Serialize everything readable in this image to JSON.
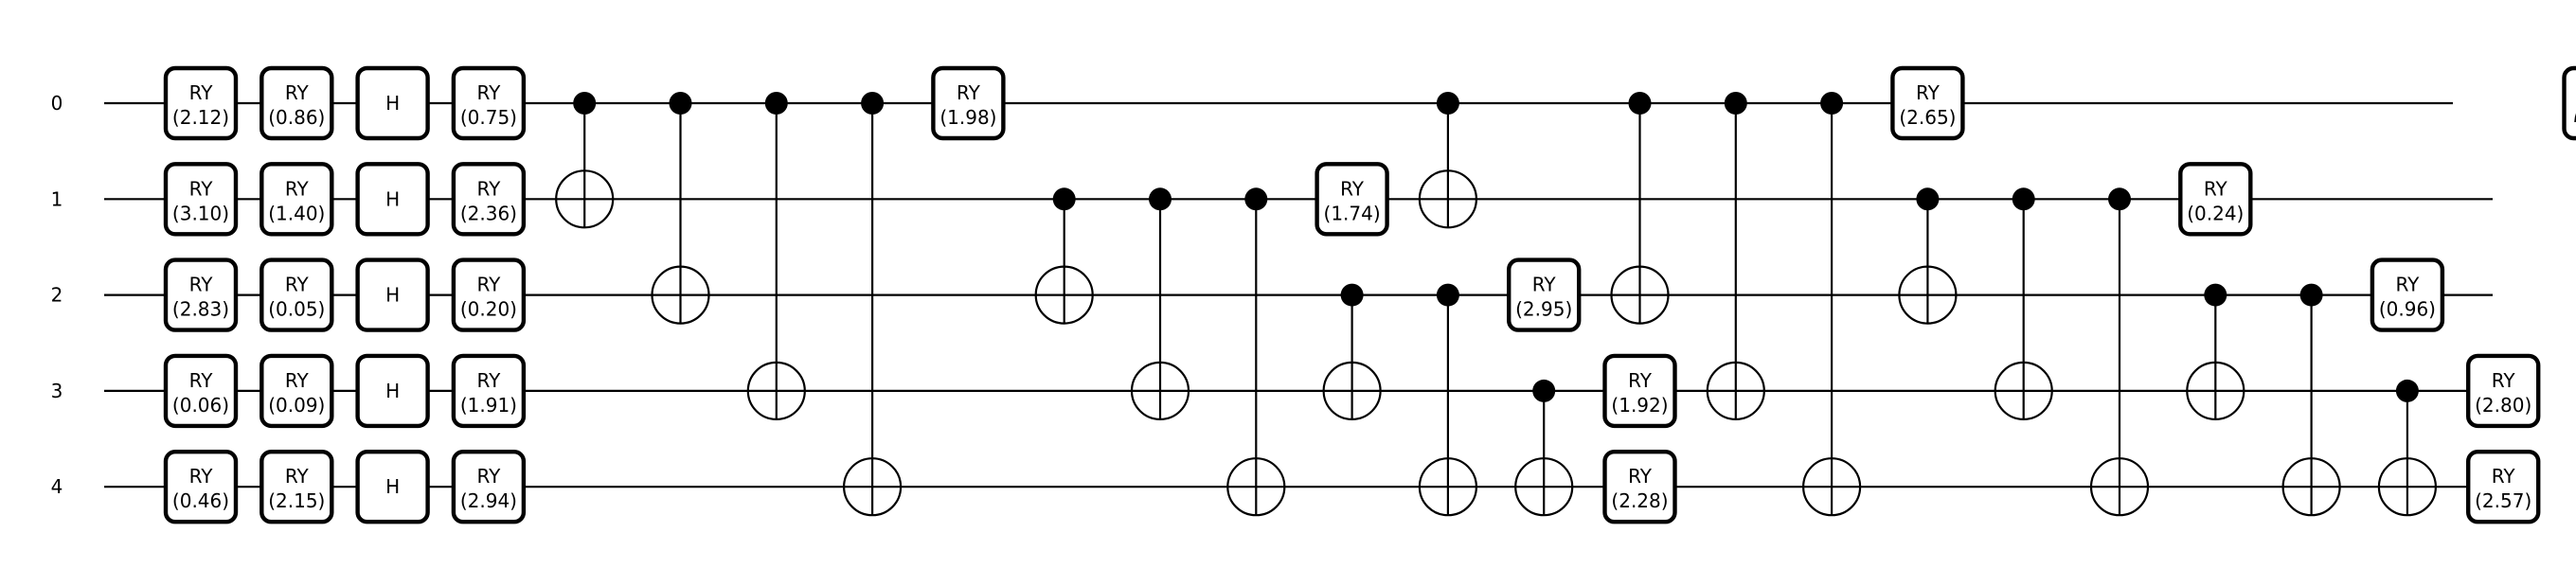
{
  "wires": [
    {
      "label": "0"
    },
    {
      "label": "1"
    },
    {
      "label": "2"
    },
    {
      "label": "3"
    },
    {
      "label": "4"
    }
  ],
  "gates": [
    {
      "type": "RY",
      "param": "(2.12)",
      "wire": 0,
      "col": 0
    },
    {
      "type": "RY",
      "param": "(3.10)",
      "wire": 1,
      "col": 0
    },
    {
      "type": "RY",
      "param": "(2.83)",
      "wire": 2,
      "col": 0
    },
    {
      "type": "RY",
      "param": "(0.06)",
      "wire": 3,
      "col": 0
    },
    {
      "type": "RY",
      "param": "(0.46)",
      "wire": 4,
      "col": 0
    },
    {
      "type": "RY",
      "param": "(0.86)",
      "wire": 0,
      "col": 1
    },
    {
      "type": "RY",
      "param": "(1.40)",
      "wire": 1,
      "col": 1
    },
    {
      "type": "RY",
      "param": "(0.05)",
      "wire": 2,
      "col": 1
    },
    {
      "type": "RY",
      "param": "(0.09)",
      "wire": 3,
      "col": 1
    },
    {
      "type": "RY",
      "param": "(2.15)",
      "wire": 4,
      "col": 1
    },
    {
      "type": "H",
      "param": "",
      "wire": 0,
      "col": 2
    },
    {
      "type": "H",
      "param": "",
      "wire": 1,
      "col": 2
    },
    {
      "type": "H",
      "param": "",
      "wire": 2,
      "col": 2
    },
    {
      "type": "H",
      "param": "",
      "wire": 3,
      "col": 2
    },
    {
      "type": "H",
      "param": "",
      "wire": 4,
      "col": 2
    },
    {
      "type": "RY",
      "param": "(0.75)",
      "wire": 0,
      "col": 3
    },
    {
      "type": "RY",
      "param": "(2.36)",
      "wire": 1,
      "col": 3
    },
    {
      "type": "RY",
      "param": "(0.20)",
      "wire": 2,
      "col": 3
    },
    {
      "type": "RY",
      "param": "(1.91)",
      "wire": 3,
      "col": 3
    },
    {
      "type": "RY",
      "param": "(2.94)",
      "wire": 4,
      "col": 3
    },
    {
      "type": "RY",
      "param": "(1.98)",
      "wire": 0,
      "col": 8
    },
    {
      "type": "RY",
      "param": "(1.74)",
      "wire": 1,
      "col": 12
    },
    {
      "type": "RY",
      "param": "(2.95)",
      "wire": 2,
      "col": 14
    },
    {
      "type": "RY",
      "param": "(1.92)",
      "wire": 3,
      "col": 15
    },
    {
      "type": "RY",
      "param": "(2.28)",
      "wire": 4,
      "col": 15
    },
    {
      "type": "RY",
      "param": "(2.65)",
      "wire": 0,
      "col": 18
    },
    {
      "type": "RY",
      "param": "(0.24)",
      "wire": 1,
      "col": 21
    },
    {
      "type": "RY",
      "param": "(0.96)",
      "wire": 2,
      "col": 23
    },
    {
      "type": "RY",
      "param": "(2.80)",
      "wire": 3,
      "col": 24
    },
    {
      "type": "RY",
      "param": "(2.57)",
      "wire": 4,
      "col": 24
    }
  ],
  "cnots": [
    {
      "control": 0,
      "target": 1,
      "col": 4
    },
    {
      "control": 0,
      "target": 2,
      "col": 5
    },
    {
      "control": 0,
      "target": 3,
      "col": 6
    },
    {
      "control": 0,
      "target": 4,
      "col": 7
    },
    {
      "control": 1,
      "target": 2,
      "col": 9
    },
    {
      "control": 1,
      "target": 3,
      "col": 10
    },
    {
      "control": 1,
      "target": 4,
      "col": 11
    },
    {
      "control": 2,
      "target": 3,
      "col": 12
    },
    {
      "control": 0,
      "target": 1,
      "col": 13
    },
    {
      "control": 2,
      "target": 4,
      "col": 13
    },
    {
      "control": 3,
      "target": 4,
      "col": 14
    },
    {
      "control": 0,
      "target": 2,
      "col": 15
    },
    {
      "control": 0,
      "target": 3,
      "col": 16
    },
    {
      "control": 0,
      "target": 4,
      "col": 17
    },
    {
      "control": 1,
      "target": 2,
      "col": 18
    },
    {
      "control": 1,
      "target": 3,
      "col": 19
    },
    {
      "control": 1,
      "target": 4,
      "col": 20
    },
    {
      "control": 2,
      "target": 3,
      "col": 21
    },
    {
      "control": 2,
      "target": 4,
      "col": 22
    },
    {
      "control": 3,
      "target": 4,
      "col": 23
    }
  ],
  "measure": {
    "wire": 0,
    "col": 25
  }
}
